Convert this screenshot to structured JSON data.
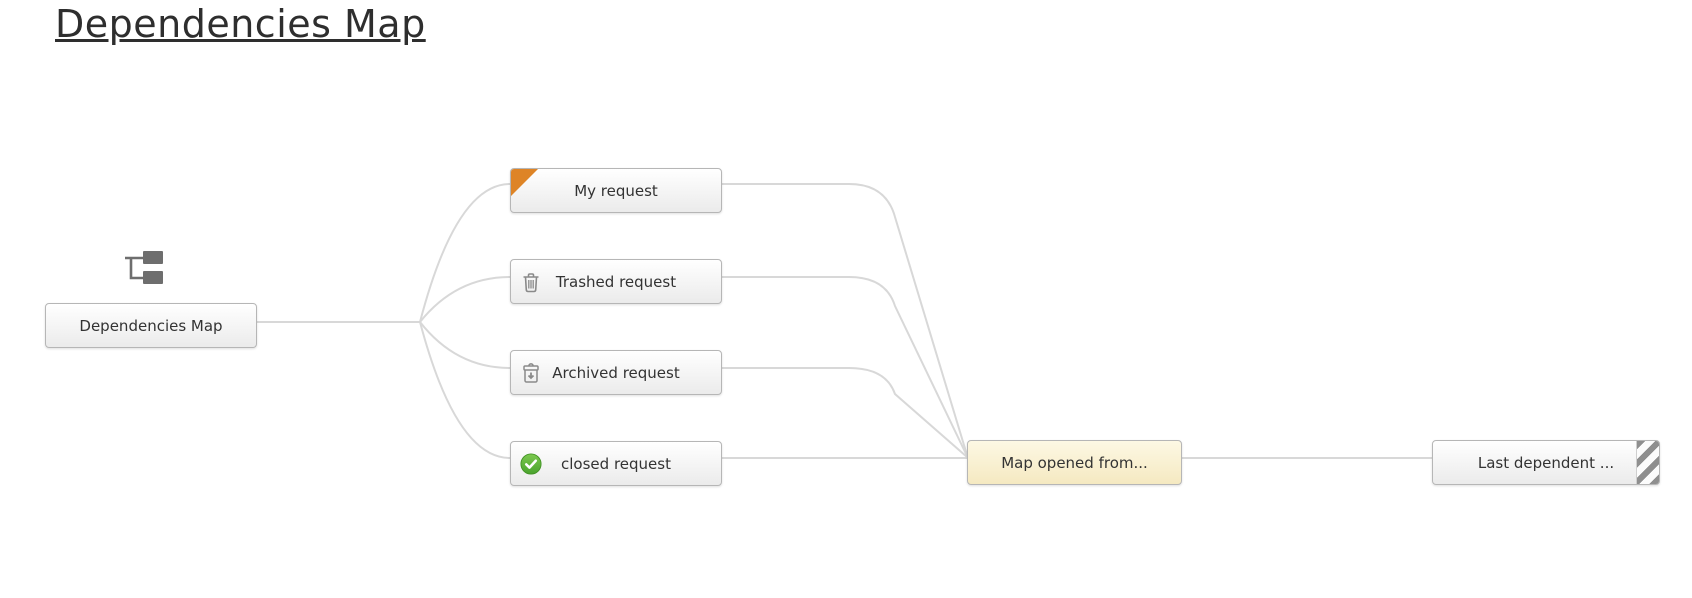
{
  "page": {
    "title": "Dependencies Map"
  },
  "nodes": {
    "root": {
      "label": "Dependencies Map"
    },
    "my": {
      "label": "My request",
      "marker": "orange-corner"
    },
    "trashed": {
      "label": "Trashed request",
      "icon": "trash-icon"
    },
    "archived": {
      "label": "Archived request",
      "icon": "archive-icon"
    },
    "closed": {
      "label": "closed request",
      "icon": "check-circle-icon"
    },
    "opened": {
      "label": "Map opened from...",
      "highlighted": true
    },
    "last": {
      "label": "Last dependent ...",
      "marker": "striped-edge"
    }
  },
  "colors": {
    "connector": "#d8d8d8",
    "node_border": "#b6b6b6",
    "node_text": "#333333",
    "highlight_top": "#fdf8e4",
    "highlight_bottom": "#f5e9c1",
    "orange_marker": "#de8426",
    "check_green": "#5fb344",
    "icon_gray": "#8a8a8a",
    "title_text": "#2e2e2e"
  }
}
